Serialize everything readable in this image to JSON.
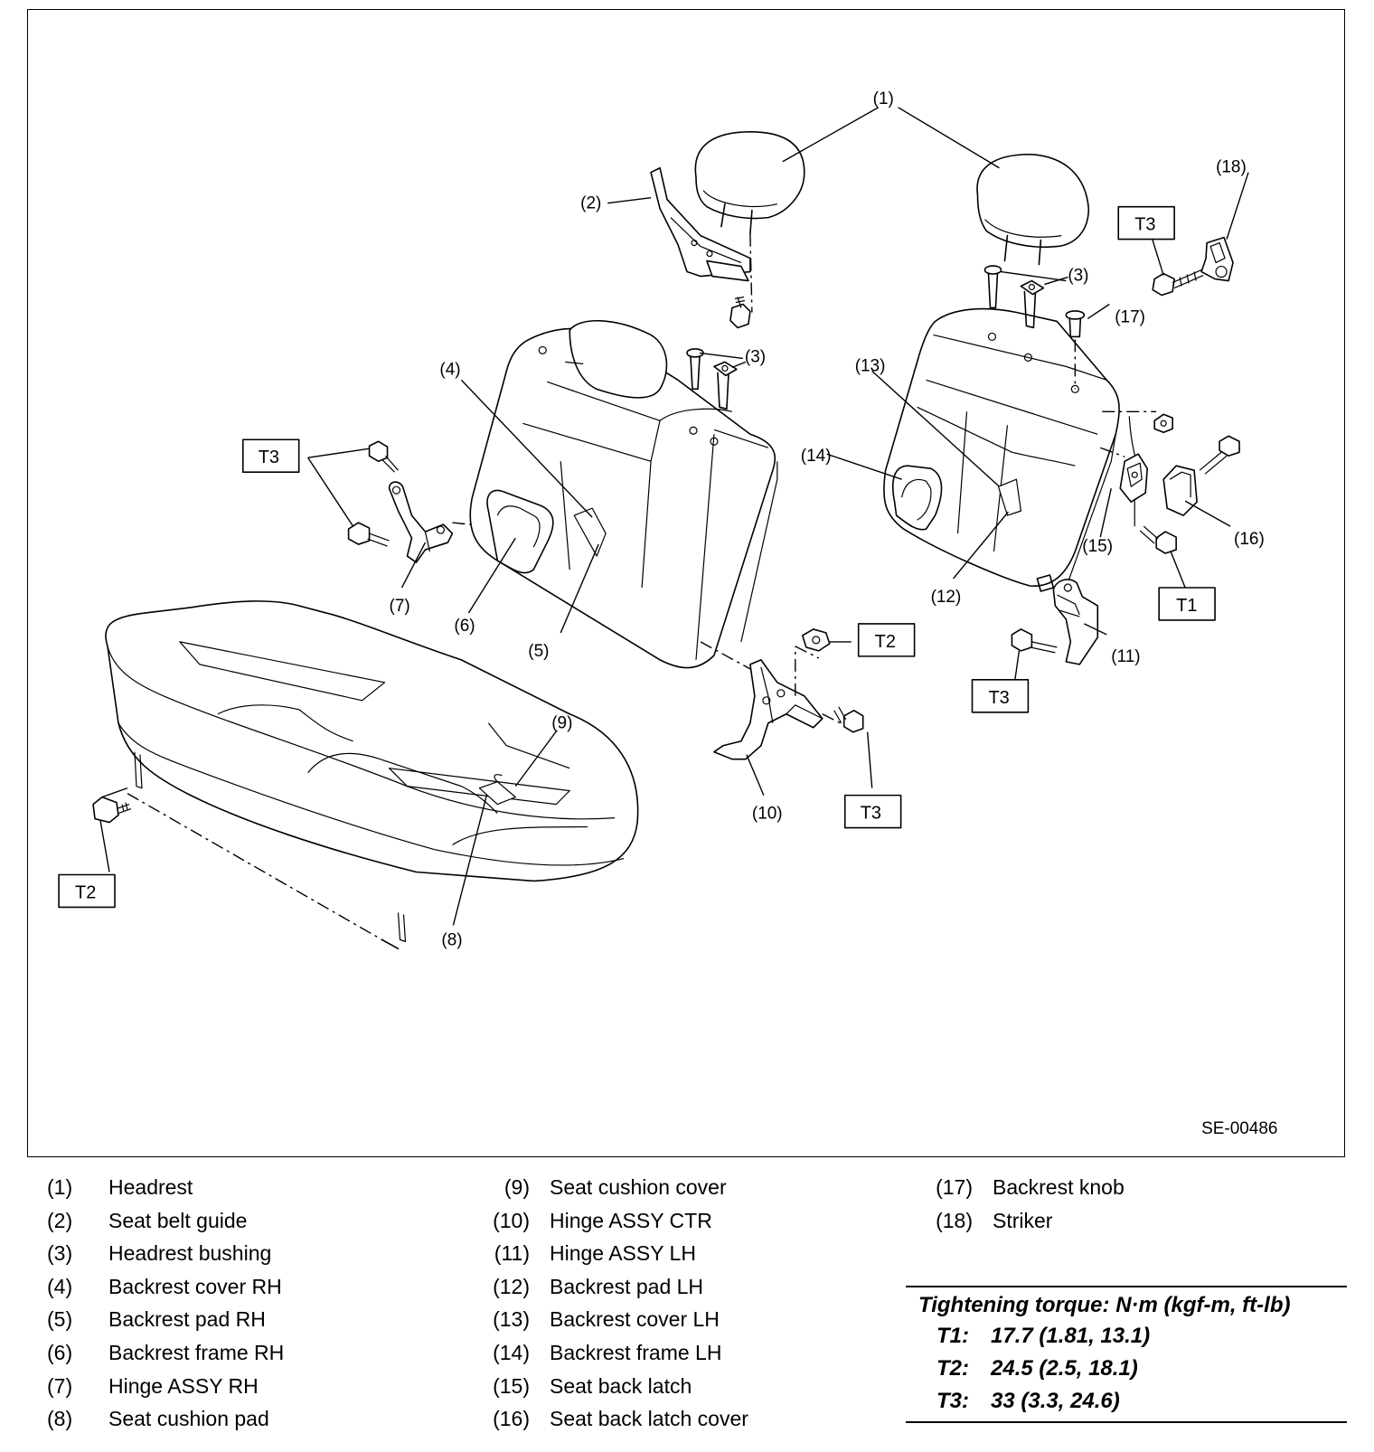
{
  "diagram": {
    "sheet_id": "SE-00486",
    "callouts": {
      "c1": "(1)",
      "c2": "(2)",
      "c3a": "(3)",
      "c3b": "(3)",
      "c4": "(4)",
      "c5": "(5)",
      "c6": "(6)",
      "c7": "(7)",
      "c8": "(8)",
      "c9": "(9)",
      "c10": "(10)",
      "c11": "(11)",
      "c12": "(12)",
      "c13": "(13)",
      "c14": "(14)",
      "c15": "(15)",
      "c16": "(16)",
      "c17": "(17)",
      "c18": "(18)"
    },
    "torque_boxes": {
      "t3_left": "T3",
      "t3_right_top": "T3",
      "t3_hinge_lh": "T3",
      "t3_hinge_ctr": "T3",
      "t2_ctr": "T2",
      "t2_cushion": "T2",
      "t1_latch": "T1"
    }
  },
  "legend": {
    "col1": [
      {
        "num": "(1)",
        "label": "Headrest"
      },
      {
        "num": "(2)",
        "label": "Seat belt guide"
      },
      {
        "num": "(3)",
        "label": "Headrest bushing"
      },
      {
        "num": "(4)",
        "label": "Backrest cover RH"
      },
      {
        "num": "(5)",
        "label": "Backrest pad RH"
      },
      {
        "num": "(6)",
        "label": "Backrest frame RH"
      },
      {
        "num": "(7)",
        "label": "Hinge ASSY RH"
      },
      {
        "num": "(8)",
        "label": "Seat cushion pad"
      }
    ],
    "col2": [
      {
        "num": "(9)",
        "label": "Seat cushion cover"
      },
      {
        "num": "(10)",
        "label": "Hinge ASSY CTR"
      },
      {
        "num": "(11)",
        "label": "Hinge ASSY LH"
      },
      {
        "num": "(12)",
        "label": "Backrest pad LH"
      },
      {
        "num": "(13)",
        "label": "Backrest cover LH"
      },
      {
        "num": "(14)",
        "label": "Backrest frame LH"
      },
      {
        "num": "(15)",
        "label": "Seat back latch"
      },
      {
        "num": "(16)",
        "label": "Seat back latch cover"
      }
    ],
    "col3": [
      {
        "num": "(17)",
        "label": "Backrest knob"
      },
      {
        "num": "(18)",
        "label": "Striker"
      }
    ]
  },
  "torque": {
    "title": "Tightening torque: N·m (kgf-m, ft-lb)",
    "rows": [
      {
        "key": "T1:",
        "value": "17.7 (1.81, 13.1)"
      },
      {
        "key": "T2:",
        "value": "24.5 (2.5, 18.1)"
      },
      {
        "key": "T3:",
        "value": "33 (3.3, 24.6)"
      }
    ]
  }
}
